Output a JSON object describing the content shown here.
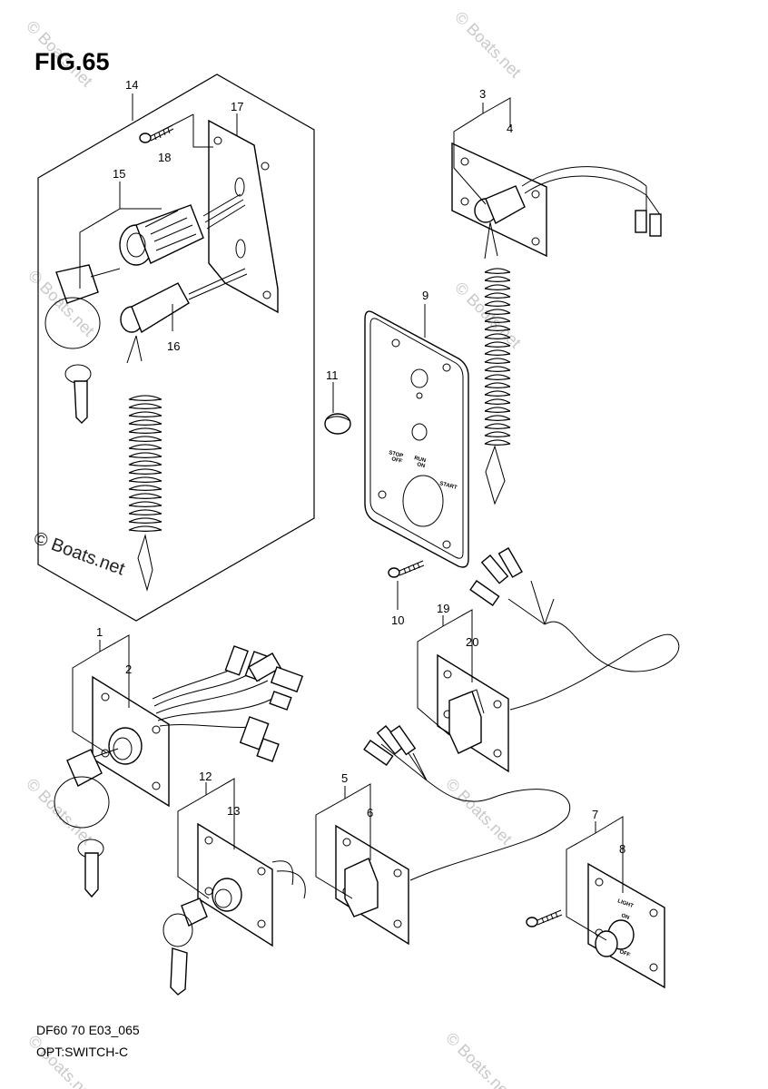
{
  "figure": {
    "title": "FIG.65"
  },
  "callouts": {
    "c1": "1",
    "c2": "2",
    "c3": "3",
    "c4": "4",
    "c5": "5",
    "c6": "6",
    "c7": "7",
    "c8": "8",
    "c9": "9",
    "c10": "10",
    "c11": "11",
    "c12": "12",
    "c13": "13",
    "c14": "14",
    "c15": "15",
    "c16": "16",
    "c17": "17",
    "c18": "18",
    "c19": "19",
    "c20": "20"
  },
  "panel_labels": {
    "stop_off": "STOP\nOFF",
    "run_on": "RUN\nON",
    "start": "START",
    "light": "LIGHT",
    "on": "ON",
    "off": "OFF"
  },
  "watermarks": {
    "boats": "© Boats.net",
    "boats_dark": "© Boats.net"
  },
  "footer": {
    "line1": "DF60 70 E03_065",
    "line2": "OPT:SWITCH-C"
  }
}
